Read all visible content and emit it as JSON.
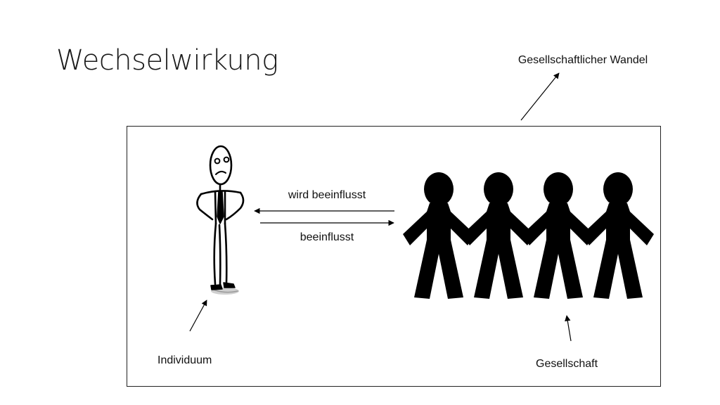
{
  "slide": {
    "title": "Wechselwirkung"
  },
  "labels": {
    "social_change": "Gesellschaftlicher Wandel",
    "is_influenced": "wird beeinflusst",
    "influences": "beeinflusst",
    "individual": "Individuum",
    "society": "Gesellschaft"
  },
  "figures": {
    "individual_icon": "stick-figure-icon",
    "society_icon": "paper-chain-people-icon",
    "society_count": 4
  },
  "colors": {
    "ink": "#000000",
    "frame": "#222222"
  }
}
